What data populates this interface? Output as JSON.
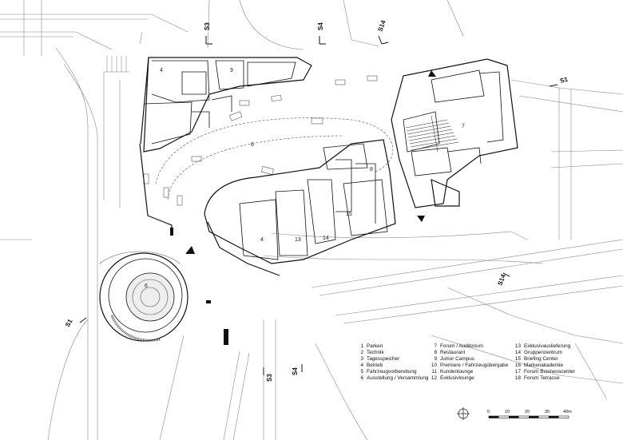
{
  "section_markers": [
    "S1",
    "S3",
    "S4",
    "S14"
  ],
  "room_numbers": [
    "4",
    "9",
    "6",
    "7",
    "8",
    "15",
    "13",
    "14",
    "6"
  ],
  "legend": {
    "column1": [
      {
        "n": "1",
        "label": "Parken"
      },
      {
        "n": "2",
        "label": "Technik"
      },
      {
        "n": "3",
        "label": "Tagesspeicher"
      },
      {
        "n": "4",
        "label": "Betrieb"
      },
      {
        "n": "5",
        "label": "Fahrzeugvorbereitung"
      },
      {
        "n": "6",
        "label": "Ausstellung / Versammlung"
      }
    ],
    "column2": [
      {
        "n": "7",
        "label": "Forum / Auditorium"
      },
      {
        "n": "8",
        "label": "Restaurant"
      },
      {
        "n": "9",
        "label": "Junior Campus"
      },
      {
        "n": "10",
        "label": "Premiere / Fahrzeugübergabe"
      },
      {
        "n": "11",
        "label": "Kundenlounge"
      },
      {
        "n": "12",
        "label": "Exklusivlounge"
      }
    ],
    "column3": [
      {
        "n": "13",
        "label": "Exklusivauslieferung"
      },
      {
        "n": "14",
        "label": "Gruppenzentrum"
      },
      {
        "n": "15",
        "label": "Briefing Center"
      },
      {
        "n": "16",
        "label": "Markenakademie"
      },
      {
        "n": "17",
        "label": "Forum Businesscenter"
      },
      {
        "n": "18",
        "label": "Forum Terrasse"
      }
    ]
  },
  "scale_bar": {
    "ticks": [
      "0",
      "10",
      "20",
      "30",
      "40m"
    ]
  },
  "colors": {
    "line": "#111111",
    "thin": "#555555",
    "fill": "#cfcfcf"
  }
}
